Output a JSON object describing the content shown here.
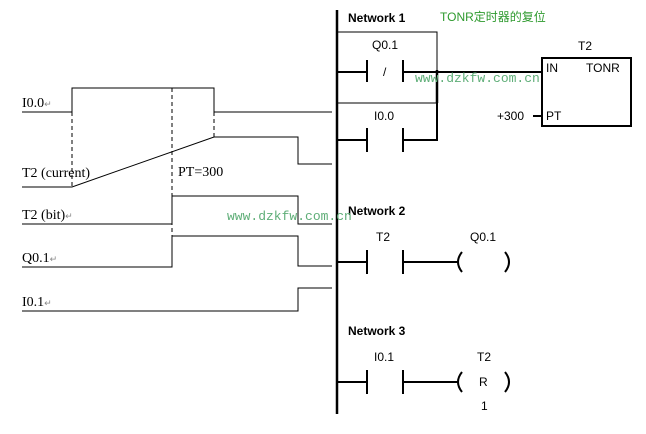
{
  "timing": {
    "signals": [
      {
        "label": "I0.0",
        "mark": "↵"
      },
      {
        "label": "T2 (current)",
        "mark": ""
      },
      {
        "label": "T2 (bit)",
        "mark": "↵"
      },
      {
        "label": "Q0.1",
        "mark": "↵"
      },
      {
        "label": "I0.1",
        "mark": "↵"
      }
    ],
    "pt_label": "PT=300"
  },
  "ladder": {
    "title_note": "TONR定时器的复位",
    "networks": [
      {
        "label": "Network 1",
        "contacts": [
          {
            "address": "Q0.1",
            "type": "normally-closed",
            "symbol": "/"
          },
          {
            "address": "I0.0",
            "type": "normally-open"
          }
        ],
        "box": {
          "name": "T2",
          "type": "TONR",
          "in_label": "IN",
          "pt_label": "PT",
          "pt_value": "+300"
        }
      },
      {
        "label": "Network 2",
        "contacts": [
          {
            "address": "T2",
            "type": "normally-open"
          }
        ],
        "coil": {
          "address": "Q0.1",
          "symbol": ""
        }
      },
      {
        "label": "Network 3",
        "contacts": [
          {
            "address": "I0.1",
            "type": "normally-open"
          }
        ],
        "coil": {
          "address": "T2",
          "symbol": "R",
          "count": "1"
        }
      }
    ]
  },
  "watermark": "www.dzkfw.com.cn"
}
